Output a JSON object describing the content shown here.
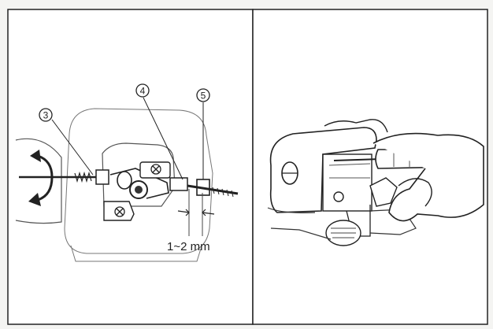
{
  "left_panel": {
    "callouts": [
      "3",
      "4",
      "5"
    ],
    "dimension": "1~2 mm",
    "icons": [
      "rotate-arrow-icon"
    ]
  },
  "right_panel": {
    "scene": "screwdriver-adjustment"
  },
  "colors": {
    "ink": "#222222",
    "paper": "#f4f4f2",
    "panel": "#ffffff"
  }
}
